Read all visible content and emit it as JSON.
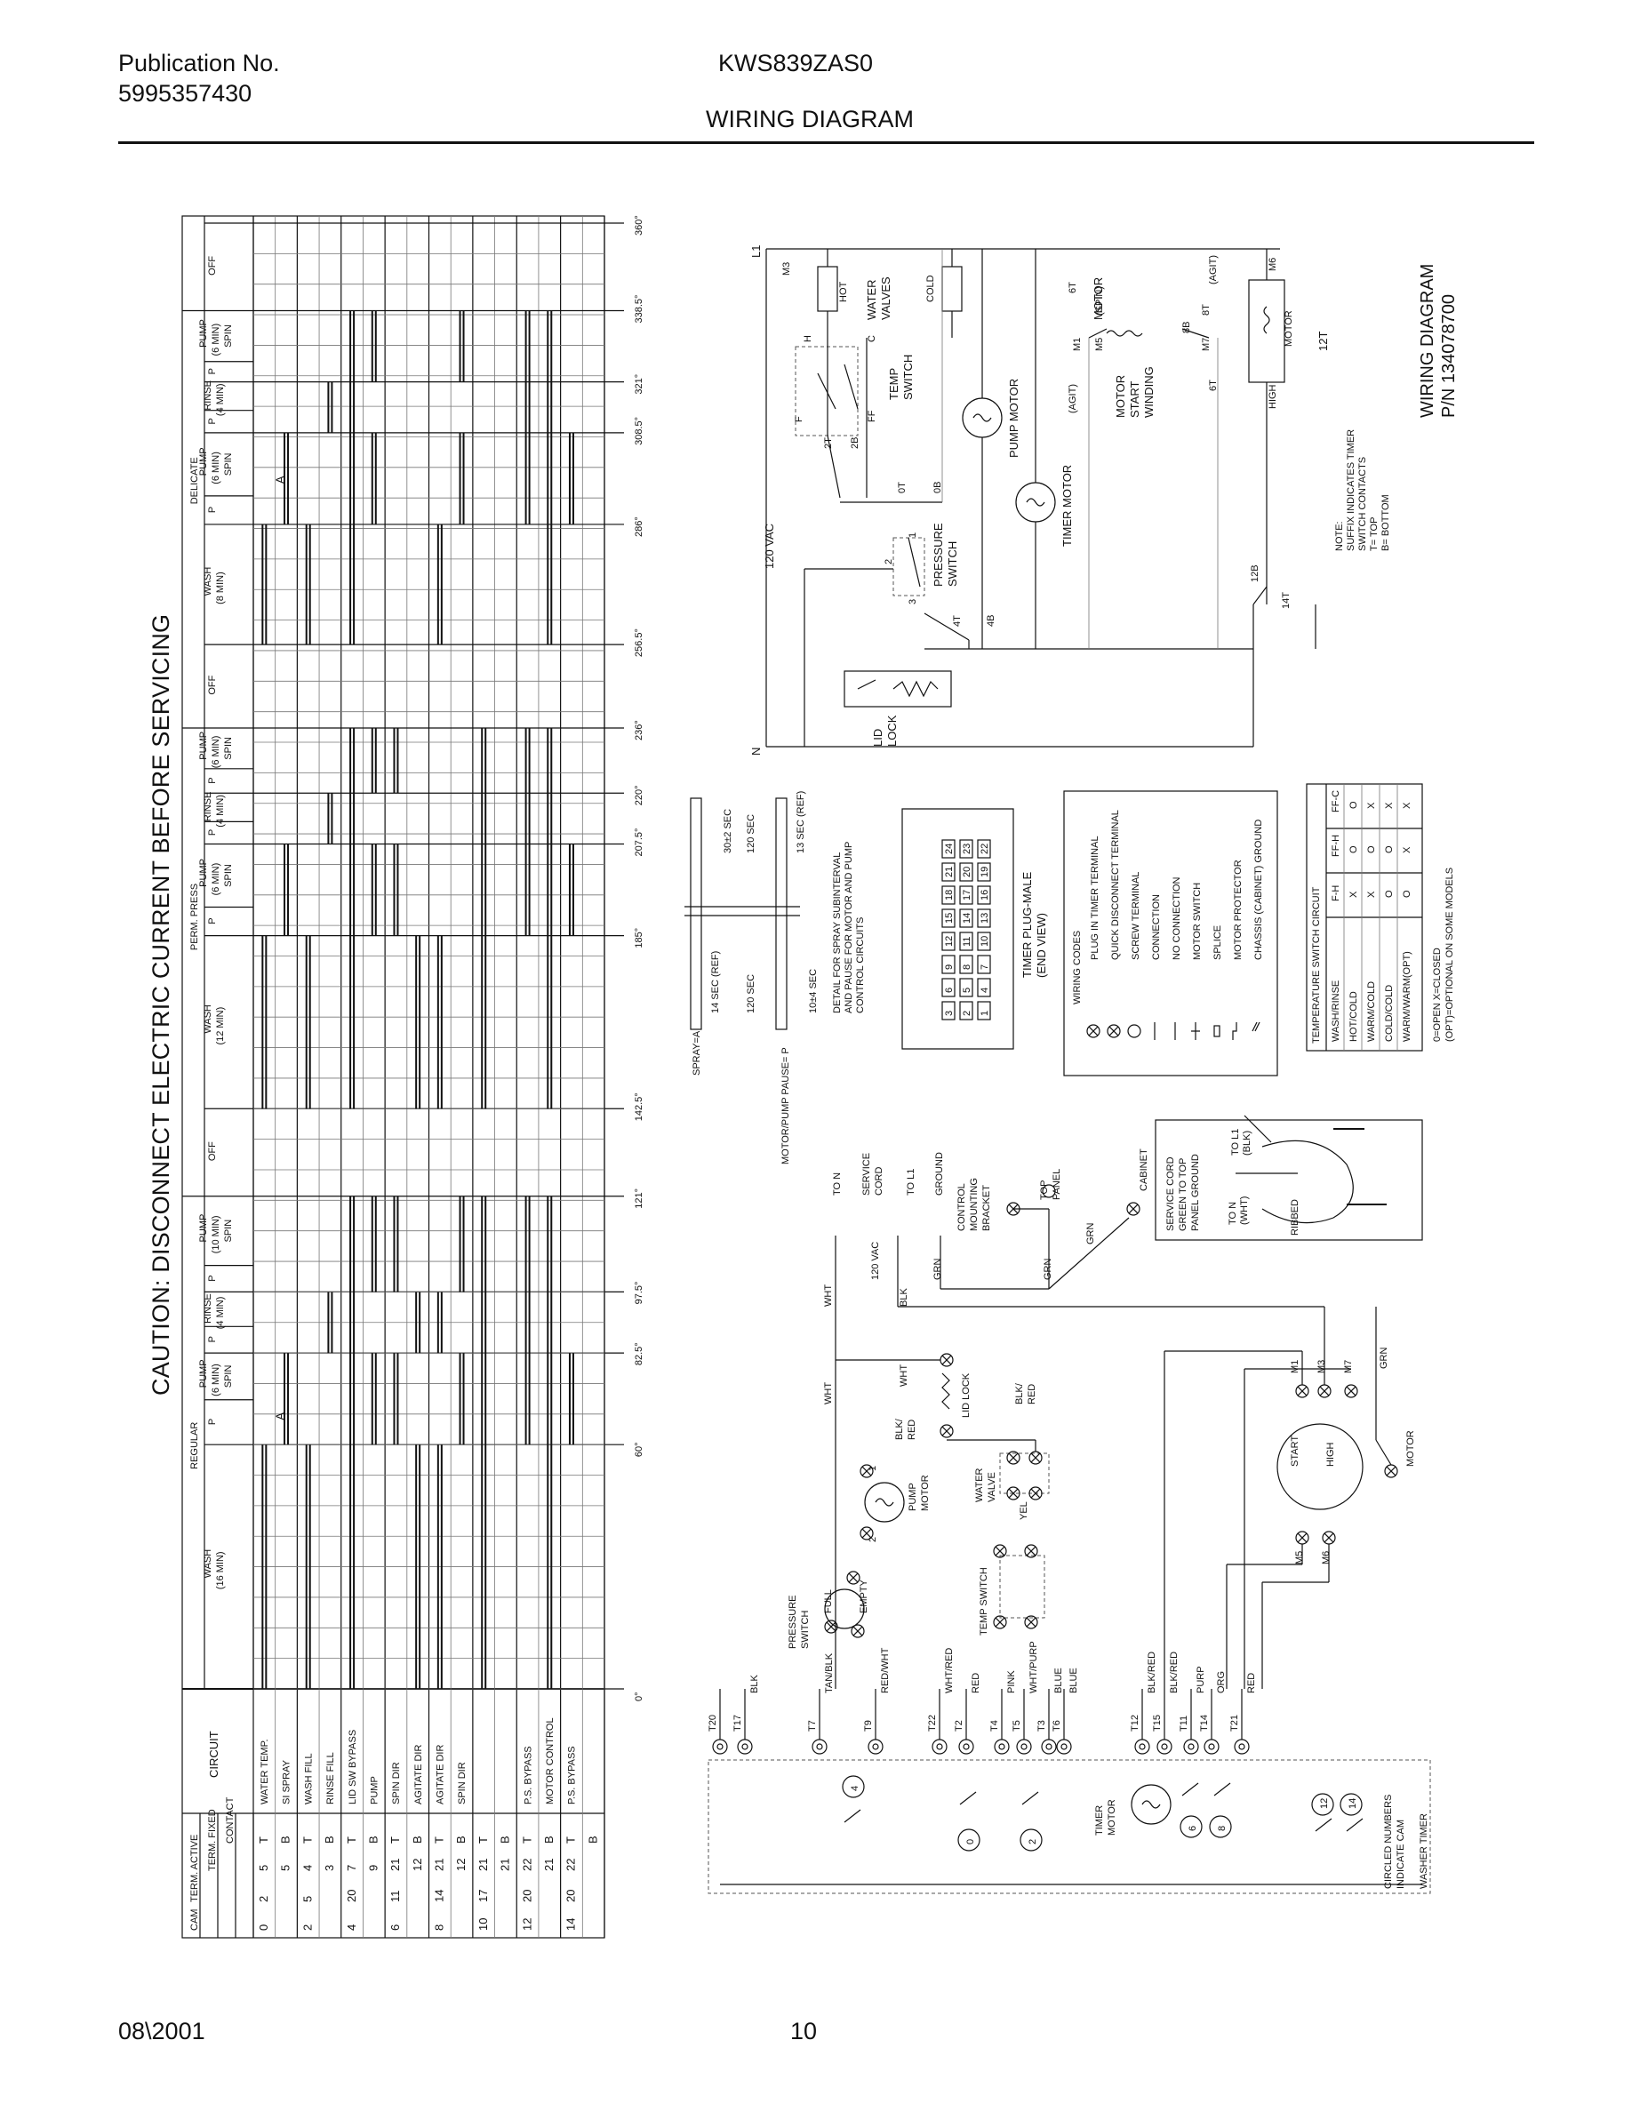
{
  "header": {
    "publication_label": "Publication No.",
    "publication_number": "5995357430",
    "model": "KWS839ZAS0",
    "title": "WIRING DIAGRAM"
  },
  "caution": "CAUTION: DISCONNECT ELECTRIC CURRENT BEFORE SERVICING",
  "footer": {
    "date": "08\\2001",
    "page": "10"
  },
  "timer_chart": {
    "table_headers": [
      "CAM",
      "TERM. ACTIVE",
      "TERM. FIXED",
      "CONTACT",
      "CIRCUIT"
    ],
    "circuits": [
      {
        "cam": "0",
        "active": "2",
        "fixed": "5",
        "contact": "T",
        "circuit": "WATER TEMP."
      },
      {
        "cam": "",
        "active": "",
        "fixed": "5",
        "contact": "B",
        "circuit": "SI SPRAY"
      },
      {
        "cam": "2",
        "active": "5",
        "fixed": "4",
        "contact": "T",
        "circuit": "WASH FILL"
      },
      {
        "cam": "",
        "active": "",
        "fixed": "3",
        "contact": "B",
        "circuit": "RINSE FILL"
      },
      {
        "cam": "4",
        "active": "20",
        "fixed": "7",
        "contact": "T",
        "circuit": "LID SW BYPASS"
      },
      {
        "cam": "",
        "active": "",
        "fixed": "9",
        "contact": "B",
        "circuit": "PUMP"
      },
      {
        "cam": "6",
        "active": "11",
        "fixed": "21",
        "contact": "T",
        "circuit": "SPIN DIR"
      },
      {
        "cam": "",
        "active": "",
        "fixed": "12",
        "contact": "B",
        "circuit": "AGITATE DIR"
      },
      {
        "cam": "8",
        "active": "14",
        "fixed": "21",
        "contact": "T",
        "circuit": "AGITATE DIR"
      },
      {
        "cam": "",
        "active": "",
        "fixed": "12",
        "contact": "B",
        "circuit": "SPIN DIR"
      },
      {
        "cam": "10",
        "active": "17",
        "fixed": "21",
        "contact": "T",
        "circuit": ""
      },
      {
        "cam": "",
        "active": "",
        "fixed": "21",
        "contact": "B",
        "circuit": ""
      },
      {
        "cam": "12",
        "active": "20",
        "fixed": "22",
        "contact": "T",
        "circuit": "P.S. BYPASS"
      },
      {
        "cam": "",
        "active": "",
        "fixed": "21",
        "contact": "B",
        "circuit": "MOTOR CONTROL"
      },
      {
        "cam": "14",
        "active": "20",
        "fixed": "22",
        "contact": "T",
        "circuit": "P.S. BYPASS"
      },
      {
        "cam": "",
        "active": "",
        "fixed": "",
        "contact": "B",
        "circuit": ""
      }
    ],
    "degree_marks": [
      "0°",
      "60°",
      "82.5°",
      "97.5°",
      "121°",
      "142.5°",
      "185°",
      "207.5°",
      "220°",
      "236°",
      "256.5°",
      "286°",
      "308.5°",
      "321°",
      "338.5°",
      "360°"
    ],
    "cycles": [
      "REGULAR",
      "PERM. PRESS",
      "DELICATE"
    ],
    "segments": [
      "WASH (16 MIN)",
      "P",
      "PUMP (6 MIN) SPIN",
      "P",
      "RINSE (4 MIN)",
      "P",
      "PUMP (10 MIN) SPIN",
      "OFF",
      "WASH (12 MIN)",
      "P",
      "PUMP (6 MIN) SPIN",
      "P",
      "RINSE (4 MIN)",
      "P",
      "PUMP (6 MIN) SPIN",
      "OFF",
      "WASH (8 MIN)",
      "P",
      "PUMP (6 MIN) SPIN",
      "P",
      "RINSE (4 MIN)",
      "P",
      "PUMP (6 MIN) SPIN",
      "OFF"
    ],
    "marker_a": "A",
    "legend": {
      "spray": "SPRAY=A",
      "pause": "MOTOR/PUMP PAUSE= P"
    }
  },
  "schematic": {
    "labels": [
      "L1",
      "M3",
      "HOT",
      "COLD",
      "WATER VALVES",
      "H",
      "C",
      "F",
      "FF",
      "TEMP SWITCH",
      "2T",
      "2B",
      "0T",
      "0B",
      "1",
      "2",
      "3",
      "PRESSURE SWITCH",
      "4T",
      "4B",
      "120 VAC",
      "N",
      "LID LOCK",
      "PUMP MOTOR",
      "TIMER MOTOR",
      "MOTOR START WINDING",
      "6B",
      "6T",
      "(AGIT)",
      "(SPIN)",
      "M1",
      "M5",
      "8B",
      "8T",
      "M7",
      "M6",
      "HIGH",
      "MOTOR",
      "12T",
      "12B",
      "14T"
    ],
    "note": [
      "NOTE:",
      "SUFFIX INDICATES TIMER",
      "SWITCH CONTACTS",
      "T= TOP",
      "B= BOTTOM"
    ],
    "title": [
      "WIRING DIAGRAM",
      "P/N 134078700"
    ]
  },
  "interval_detail": {
    "labels": [
      "30±2 SEC",
      "120 SEC",
      "13 SEC (REF)",
      "14 SEC (REF)",
      "120 SEC",
      "10±4 SEC"
    ],
    "caption": [
      "DETAIL FOR SPRAY SUBINTERVAL",
      "AND PAUSE FOR MOTOR AND PUMP",
      "CONTROL CIRCUITS"
    ]
  },
  "timer_plug": {
    "title": [
      "TIMER PLUG-MALE",
      "(END VIEW)"
    ],
    "pins": [
      "3",
      "2",
      "1",
      "6",
      "5",
      "4",
      "9",
      "8",
      "7",
      "12",
      "11",
      "10",
      "15",
      "14",
      "13",
      "18",
      "17",
      "16",
      "21",
      "20",
      "19",
      "24",
      "23",
      "22"
    ]
  },
  "wiring_codes": {
    "title": "WIRING CODES",
    "items": [
      "PLUG IN TIMER TERMINAL",
      "QUICK DISCONNECT TERMINAL",
      "SCREW TERMINAL",
      "CONNECTION",
      "NO CONNECTION",
      "MOTOR SWITCH",
      "SPLICE",
      "MOTOR PROTECTOR",
      "CHASSIS (CABINET) GROUND"
    ]
  },
  "temp_table": {
    "title": "TEMPERATURE SWITCH CIRCUIT",
    "headers": [
      "WASH/RINSE",
      "F-H",
      "FF-H",
      "FF-C"
    ],
    "rows": [
      [
        "HOT/COLD",
        "X",
        "O",
        "O"
      ],
      [
        "WARM/COLD",
        "X",
        "O",
        "X"
      ],
      [
        "COLD/COLD",
        "O",
        "O",
        "X"
      ],
      [
        "WARM/WARM(OPT)",
        "O",
        "X",
        "X"
      ]
    ],
    "footnotes": [
      "0=OPEN     X=CLOSED",
      "(OPT)=OPTIONAL ON SOME MODELS"
    ]
  },
  "service_cord": {
    "labels": [
      "SERVICE CORD",
      "GREEN TO TOP",
      "PANEL GROUND",
      "TO L1 (BLK)",
      "TO N (WHT)",
      "RIBBED"
    ]
  },
  "pictorial": {
    "labels": [
      "TO N",
      "SERVICE CORD",
      "TO L1",
      "GROUND",
      "CONTROL MOUNTING BRACKET",
      "TOP PANEL",
      "CABINET",
      "120 VAC",
      "WHT",
      "BLK",
      "GRN",
      "LID LOCK",
      "BLK/ RED",
      "PUMP MOTOR",
      "WATER VALVE",
      "YEL",
      "PRESSURE SWITCH",
      "FULL",
      "EMPTY",
      "TEMP SWITCH",
      "MOTOR",
      "START",
      "HIGH",
      "M1",
      "M3",
      "M7",
      "M5",
      "M6",
      "TIMER MOTOR",
      "CIRCLED NUMBERS INDICATE CAM",
      "WASHER TIMER"
    ],
    "terminals": [
      "T20",
      "T17",
      "T7",
      "T9",
      "T22",
      "T2",
      "T4",
      "T5",
      "T3",
      "T6",
      "T12",
      "T15",
      "T11",
      "T14",
      "T21"
    ],
    "wire_colors": [
      "BLK",
      "TAN/BLK",
      "RED/WHT",
      "WHT/RED",
      "RED",
      "PINK",
      "WHT/PURP",
      "BLUE",
      "BLUE",
      "BLK/RED",
      "BLK/RED",
      "PURP",
      "ORG",
      "RED"
    ],
    "cams": [
      "4",
      "0",
      "2",
      "6",
      "8",
      "12",
      "14"
    ]
  }
}
